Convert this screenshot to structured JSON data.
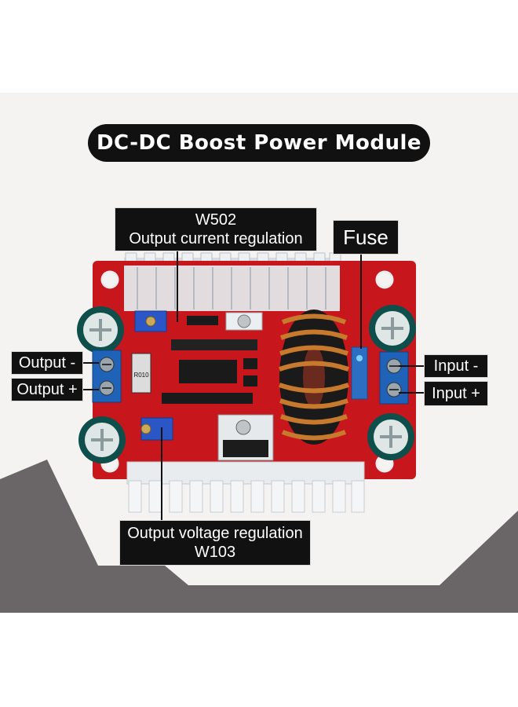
{
  "title": "DC-DC Boost Power Module",
  "labels": {
    "current": {
      "model": "W502",
      "description": "Output current regulation"
    },
    "fuse": "Fuse",
    "output_minus": "Output -",
    "output_plus": "Output +",
    "input_minus": "Input -",
    "input_plus": "Input +",
    "voltage": {
      "description": "Output voltage regulation",
      "model": "W103"
    }
  },
  "board_markings": {
    "resistor": "R010"
  },
  "colors": {
    "pcb": "#c8161d",
    "heatsink": "#dfe3e7",
    "label_bg": "#111111",
    "terminal": "#1e63b8",
    "coil": "#c77a2d",
    "backdrop_dark": "#6a6668"
  }
}
